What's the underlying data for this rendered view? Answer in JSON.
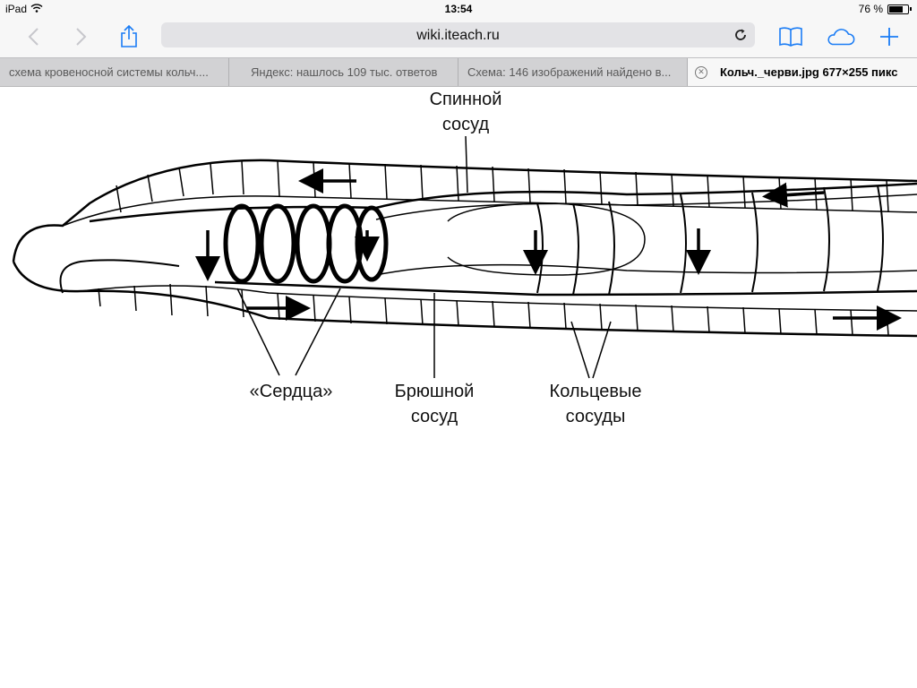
{
  "status_bar": {
    "device": "iPad",
    "time": "13:54",
    "battery": "76 %",
    "battery_level": 0.76
  },
  "toolbar": {
    "url": "wiki.iteach.ru",
    "icons": [
      "back-icon",
      "forward-icon",
      "share-icon",
      "reload-icon",
      "bookmarks-icon",
      "icloud-tabs-icon",
      "new-tab-icon"
    ]
  },
  "tabs": [
    {
      "label": "схема кровеносной системы кольч...."
    },
    {
      "label": "Яндекс: нашлось 109 тыс. ответов"
    },
    {
      "label": "Схема: 146 изображений найдено в..."
    },
    {
      "label": "Кольч._черви.jpg 677×255 пикс",
      "active": true
    }
  ],
  "diagram": {
    "labels": {
      "dorsal_line1": "Спинной",
      "dorsal_line2": "сосуд",
      "hearts": "«Сердца»",
      "ventral_line1": "Брюшной",
      "ventral_line2": "сосуд",
      "ring_line1": "Кольцевые",
      "ring_line2": "сосуды"
    }
  }
}
